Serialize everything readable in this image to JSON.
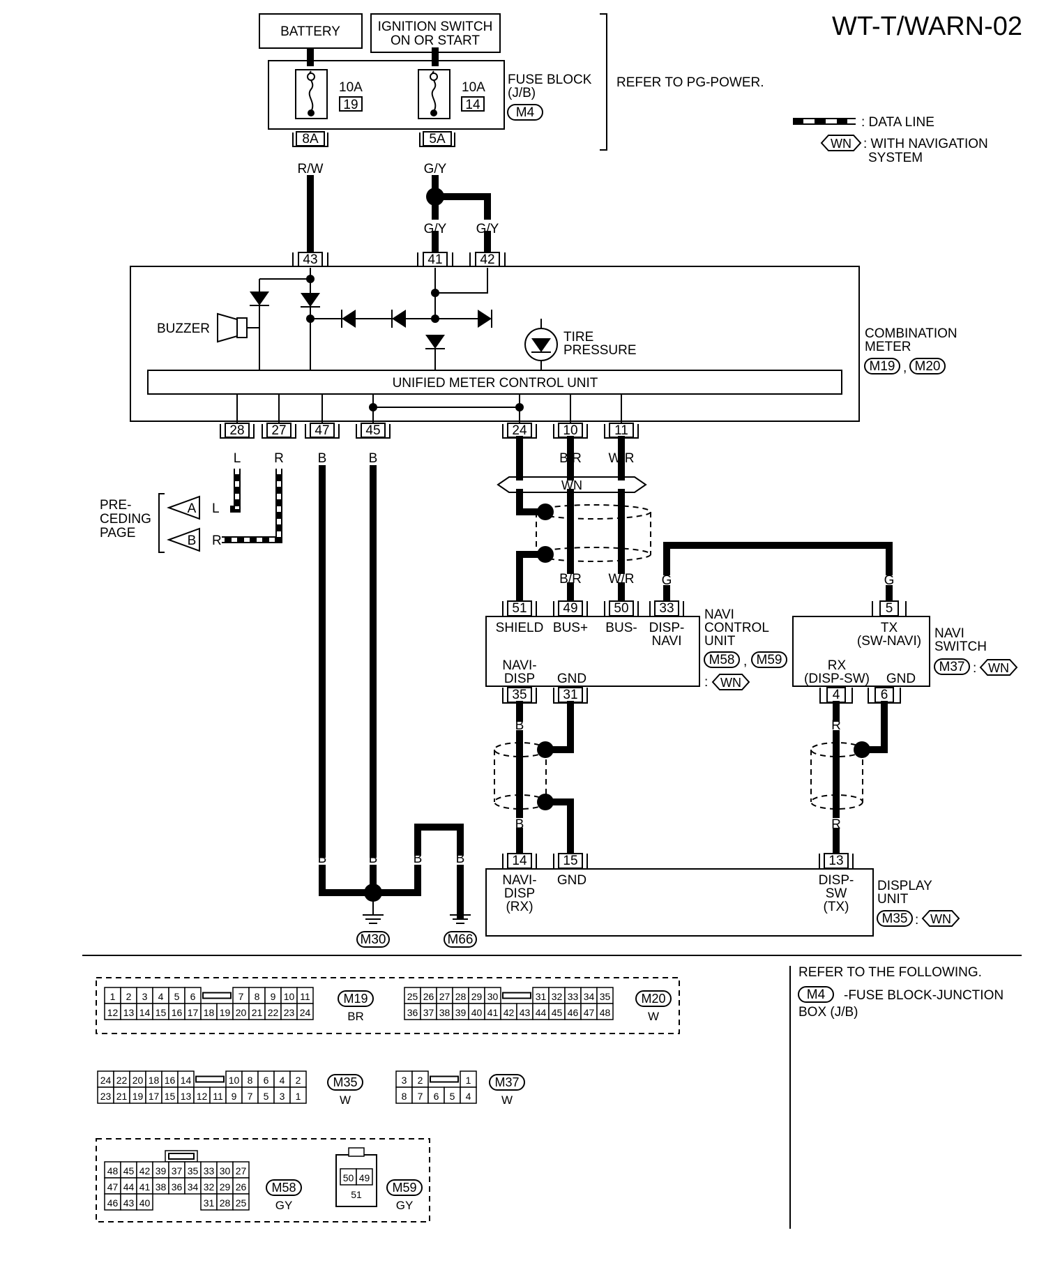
{
  "title": "WT-T/WARN-02",
  "refer_pg": "REFER TO PG-POWER.",
  "legend": {
    "data_line": ": DATA LINE",
    "wn_tag": "WN",
    "wn_text_1": ": WITH NAVIGATION",
    "wn_text_2": "SYSTEM"
  },
  "battery": "BATTERY",
  "ignition": {
    "line1": "IGNITION SWITCH",
    "line2": "ON OR START"
  },
  "fuse_block": {
    "label1": "FUSE BLOCK",
    "label2": "(J/B)",
    "conn": "M4",
    "fuse_left": {
      "amp": "10A",
      "num": "19",
      "pin": "8A",
      "wire": "R/W"
    },
    "fuse_right": {
      "amp": "10A",
      "num": "14",
      "pin": "5A",
      "wire": "G/Y"
    }
  },
  "gy_branch": {
    "left": "G/Y",
    "right": "G/Y"
  },
  "meter_top_pins": [
    "43",
    "41",
    "42"
  ],
  "buzzer": "BUZZER",
  "tire_pressure": {
    "line1": "TIRE",
    "line2": "PRESSURE"
  },
  "umcu": "UNIFIED METER CONTROL UNIT",
  "combination_meter": {
    "line1": "COMBINATION",
    "line2": "METER",
    "conn1": "M19",
    "sep": ",",
    "conn2": "M20"
  },
  "meter_bottom_pins": [
    "28",
    "27",
    "47",
    "45",
    "24",
    "10",
    "11"
  ],
  "meter_bottom_wires": [
    "L",
    "R",
    "B",
    "B",
    "B/R",
    "W/R"
  ],
  "preceding_page": {
    "line1": "PRE-",
    "line2": "CEDING",
    "line3": "PAGE",
    "a": "A",
    "b": "B",
    "a_wire": "L",
    "b_wire": "R"
  },
  "wn_bar": "WN",
  "navi_control": {
    "pins_top": [
      "51",
      "49",
      "50",
      "33"
    ],
    "wires_top": [
      "B/R",
      "W/R",
      "G"
    ],
    "labels_top": [
      "SHIELD",
      "BUS+",
      "BUS-",
      "DISP-",
      "NAVI"
    ],
    "labels_bottom": [
      "NAVI-",
      "DISP",
      "GND"
    ],
    "pins_bottom": [
      "35",
      "31"
    ],
    "name1": "NAVI",
    "name2": "CONTROL",
    "name3": "UNIT",
    "conn1": "M58",
    "sep": ",",
    "conn2": "M59",
    "colon": ":",
    "wn": "WN"
  },
  "navi_switch": {
    "pin_top": "5",
    "wire_top": "G",
    "tx1": "TX",
    "tx2": "(SW-NAVI)",
    "rx1": "RX",
    "rx2": "(DISP-SW)",
    "gnd": "GND",
    "pins_bottom": [
      "4",
      "6"
    ],
    "name1": "NAVI",
    "name2": "SWITCH",
    "conn": "M37",
    "colon": ":",
    "wn": "WN"
  },
  "lower_wires": {
    "navi_b": "B",
    "navi_b2": "B",
    "sw_r": "R",
    "sw_r2": "R",
    "g1": "B",
    "g2": "B",
    "g3": "B",
    "g4": "B"
  },
  "display_unit": {
    "pins": [
      "14",
      "15",
      "13"
    ],
    "navi1": "NAVI-",
    "navi2": "DISP",
    "navi3": "(RX)",
    "gnd": "GND",
    "disp1": "DISP-",
    "disp2": "SW",
    "disp3": "(TX)",
    "name1": "DISPLAY",
    "name2": "UNIT",
    "conn": "M35",
    "colon": ":",
    "wn": "WN"
  },
  "grounds": [
    "M30",
    "M66"
  ],
  "refer_following": {
    "line1": "REFER TO THE FOLLOWING.",
    "conn": "M4",
    "line2": "-FUSE BLOCK-JUNCTION",
    "line3": "BOX (J/B)"
  },
  "connectors": {
    "m19": {
      "top": [
        "1",
        "2",
        "3",
        "4",
        "5",
        "6",
        "",
        "7",
        "8",
        "9",
        "10",
        "11"
      ],
      "bottom": [
        "12",
        "13",
        "14",
        "15",
        "16",
        "17",
        "18",
        "19",
        "20",
        "21",
        "22",
        "23",
        "24"
      ],
      "name": "M19",
      "color": "BR"
    },
    "m20": {
      "top": [
        "25",
        "26",
        "27",
        "28",
        "29",
        "30",
        "",
        "31",
        "32",
        "33",
        "34",
        "35"
      ],
      "bottom": [
        "36",
        "37",
        "38",
        "39",
        "40",
        "41",
        "42",
        "43",
        "44",
        "45",
        "46",
        "47",
        "48"
      ],
      "name": "M20",
      "color": "W"
    },
    "m35": {
      "top": [
        "24",
        "22",
        "20",
        "18",
        "16",
        "14",
        "",
        "10",
        "8",
        "6",
        "4",
        "2"
      ],
      "bottom": [
        "23",
        "21",
        "19",
        "17",
        "15",
        "13",
        "12",
        "11",
        "9",
        "7",
        "5",
        "3",
        "1"
      ],
      "name": "M35",
      "color": "W"
    },
    "m37": {
      "top": [
        "3",
        "2",
        "",
        "1"
      ],
      "bottom": [
        "8",
        "7",
        "6",
        "5",
        "4"
      ],
      "name": "M37",
      "color": "W"
    },
    "m58": {
      "r1": [
        "48",
        "45",
        "42",
        "39",
        "37",
        "35",
        "33",
        "30",
        "27"
      ],
      "r2": [
        "47",
        "44",
        "41",
        "38",
        "36",
        "34",
        "32",
        "29",
        "26"
      ],
      "r3": [
        "46",
        "43",
        "40",
        "31",
        "28",
        "25"
      ],
      "name": "M58",
      "color": "GY"
    },
    "m59": {
      "top": [
        "50",
        "49"
      ],
      "bottom": "51",
      "name": "M59",
      "color": "GY"
    }
  }
}
